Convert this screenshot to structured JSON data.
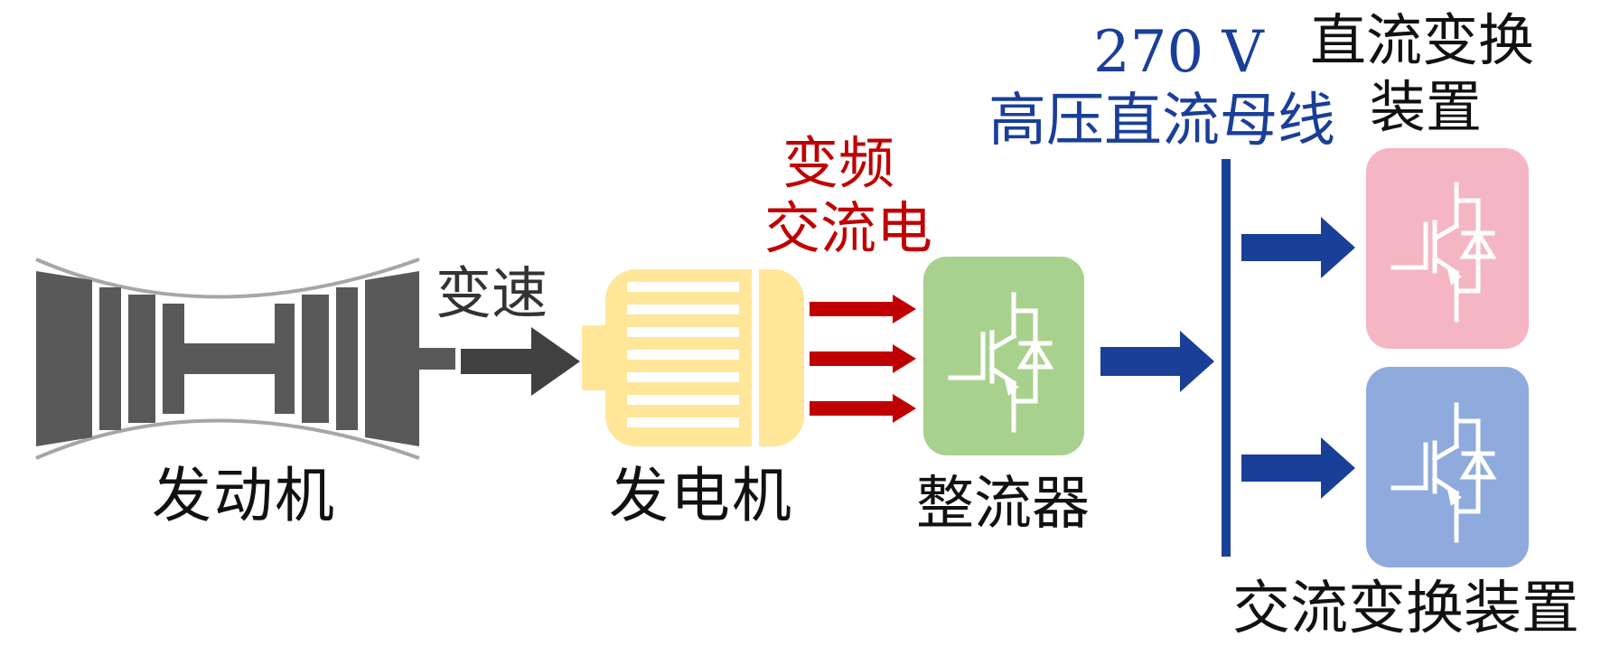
{
  "labels": {
    "engine": "发动机",
    "speed_change": "变速",
    "generator": "发电机",
    "vf_ac_line1": "变频",
    "vf_ac_line2": "交流电",
    "rectifier": "整流器",
    "bus_voltage": "270 V",
    "bus_name": "高压直流母线",
    "dc_converter_line1": "直流变换",
    "dc_converter_line2": "装置",
    "ac_converter": "交流变换装置"
  },
  "colors": {
    "engine": "#595959",
    "engine_outline": "#a6a6a6",
    "generator": "#ffe699",
    "rectifier": "#a9d18e",
    "dc_converter": "#f4b6c2",
    "ac_converter": "#8faadc",
    "ac_arrows": "#c00000",
    "dc_bus": "#1a3f99",
    "mech_arrow": "#404040"
  },
  "icons": {
    "engine": "turbine-engine-icon",
    "generator": "electric-motor-icon",
    "switch": "igbt-symbol-icon"
  }
}
